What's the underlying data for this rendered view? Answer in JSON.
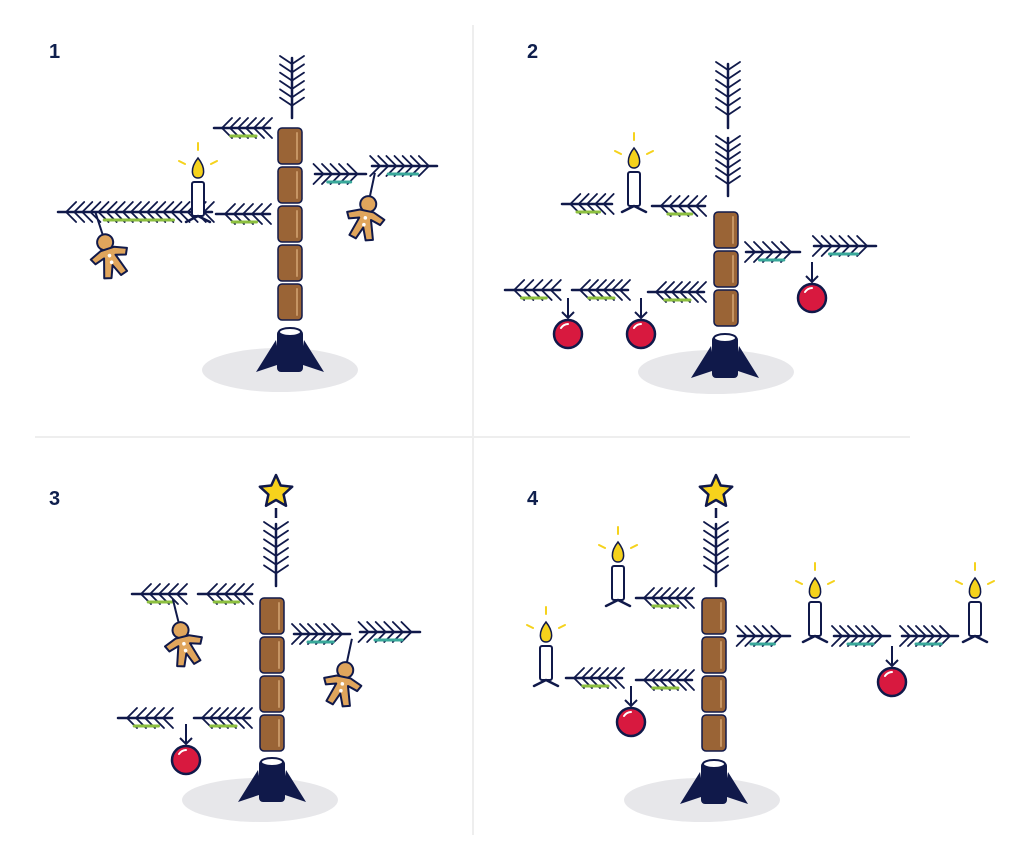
{
  "panels": [
    {
      "number": "1"
    },
    {
      "number": "2"
    },
    {
      "number": "3"
    },
    {
      "number": "4"
    }
  ],
  "colors": {
    "navy": "#10194a",
    "trunk": "#9a6436",
    "trunk_highlight": "#c69564",
    "needle_green": "#8cbf3f",
    "needle_teal": "#39a89a",
    "flame": "#f5d21c",
    "ornament": "#d8193f",
    "gingerbread": "#e0a55c",
    "star": "#f7d21c",
    "shadow": "#e7e7ea",
    "divider": "#eeeeee"
  },
  "icons": [
    "christmas-tree-icon",
    "candle-icon",
    "ornament-icon",
    "gingerbread-man-icon",
    "star-icon",
    "tree-stand-icon"
  ]
}
